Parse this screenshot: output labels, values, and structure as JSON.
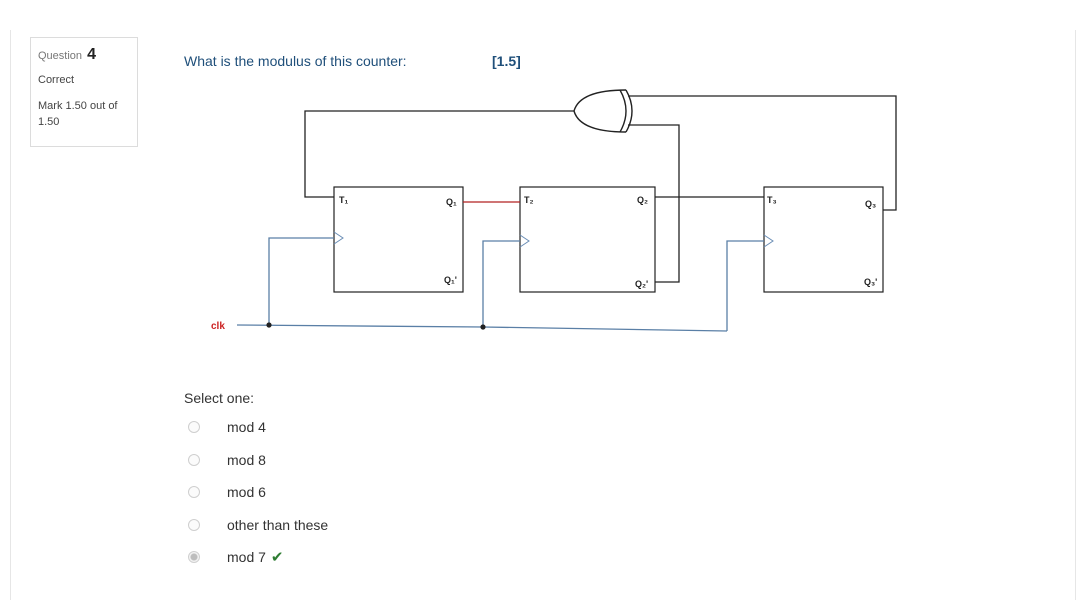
{
  "question": {
    "label_word": "Question",
    "number": "4",
    "state": "Correct",
    "grade_line1": "Mark 1.50 out of",
    "grade_line2": "1.50",
    "text": "What is the modulus of this counter:",
    "marks": "[1.5]"
  },
  "circuit": {
    "ff1": {
      "input": "T₁",
      "q": "Q₁",
      "qbar": "Q₁'"
    },
    "ff2": {
      "input": "T₂",
      "q": "Q₂",
      "qbar": "Q₂'"
    },
    "ff3": {
      "input": "T₃",
      "q": "Q₃",
      "qbar": "Q₃'"
    },
    "clock_label": "clk"
  },
  "prompt": "Select one:",
  "answers": [
    {
      "label": "mod 4",
      "checked": false
    },
    {
      "label": "mod 8",
      "checked": false
    },
    {
      "label": "mod 6",
      "checked": false
    },
    {
      "label": "other than these",
      "checked": false
    },
    {
      "label": "mod 7",
      "checked": true,
      "mark": "✔"
    }
  ],
  "colors": {
    "question_text": "#1f4f7a",
    "clock_label": "#cc2222",
    "clock_wire": "#5a7fa6",
    "correct_mark": "#2e7d32"
  }
}
